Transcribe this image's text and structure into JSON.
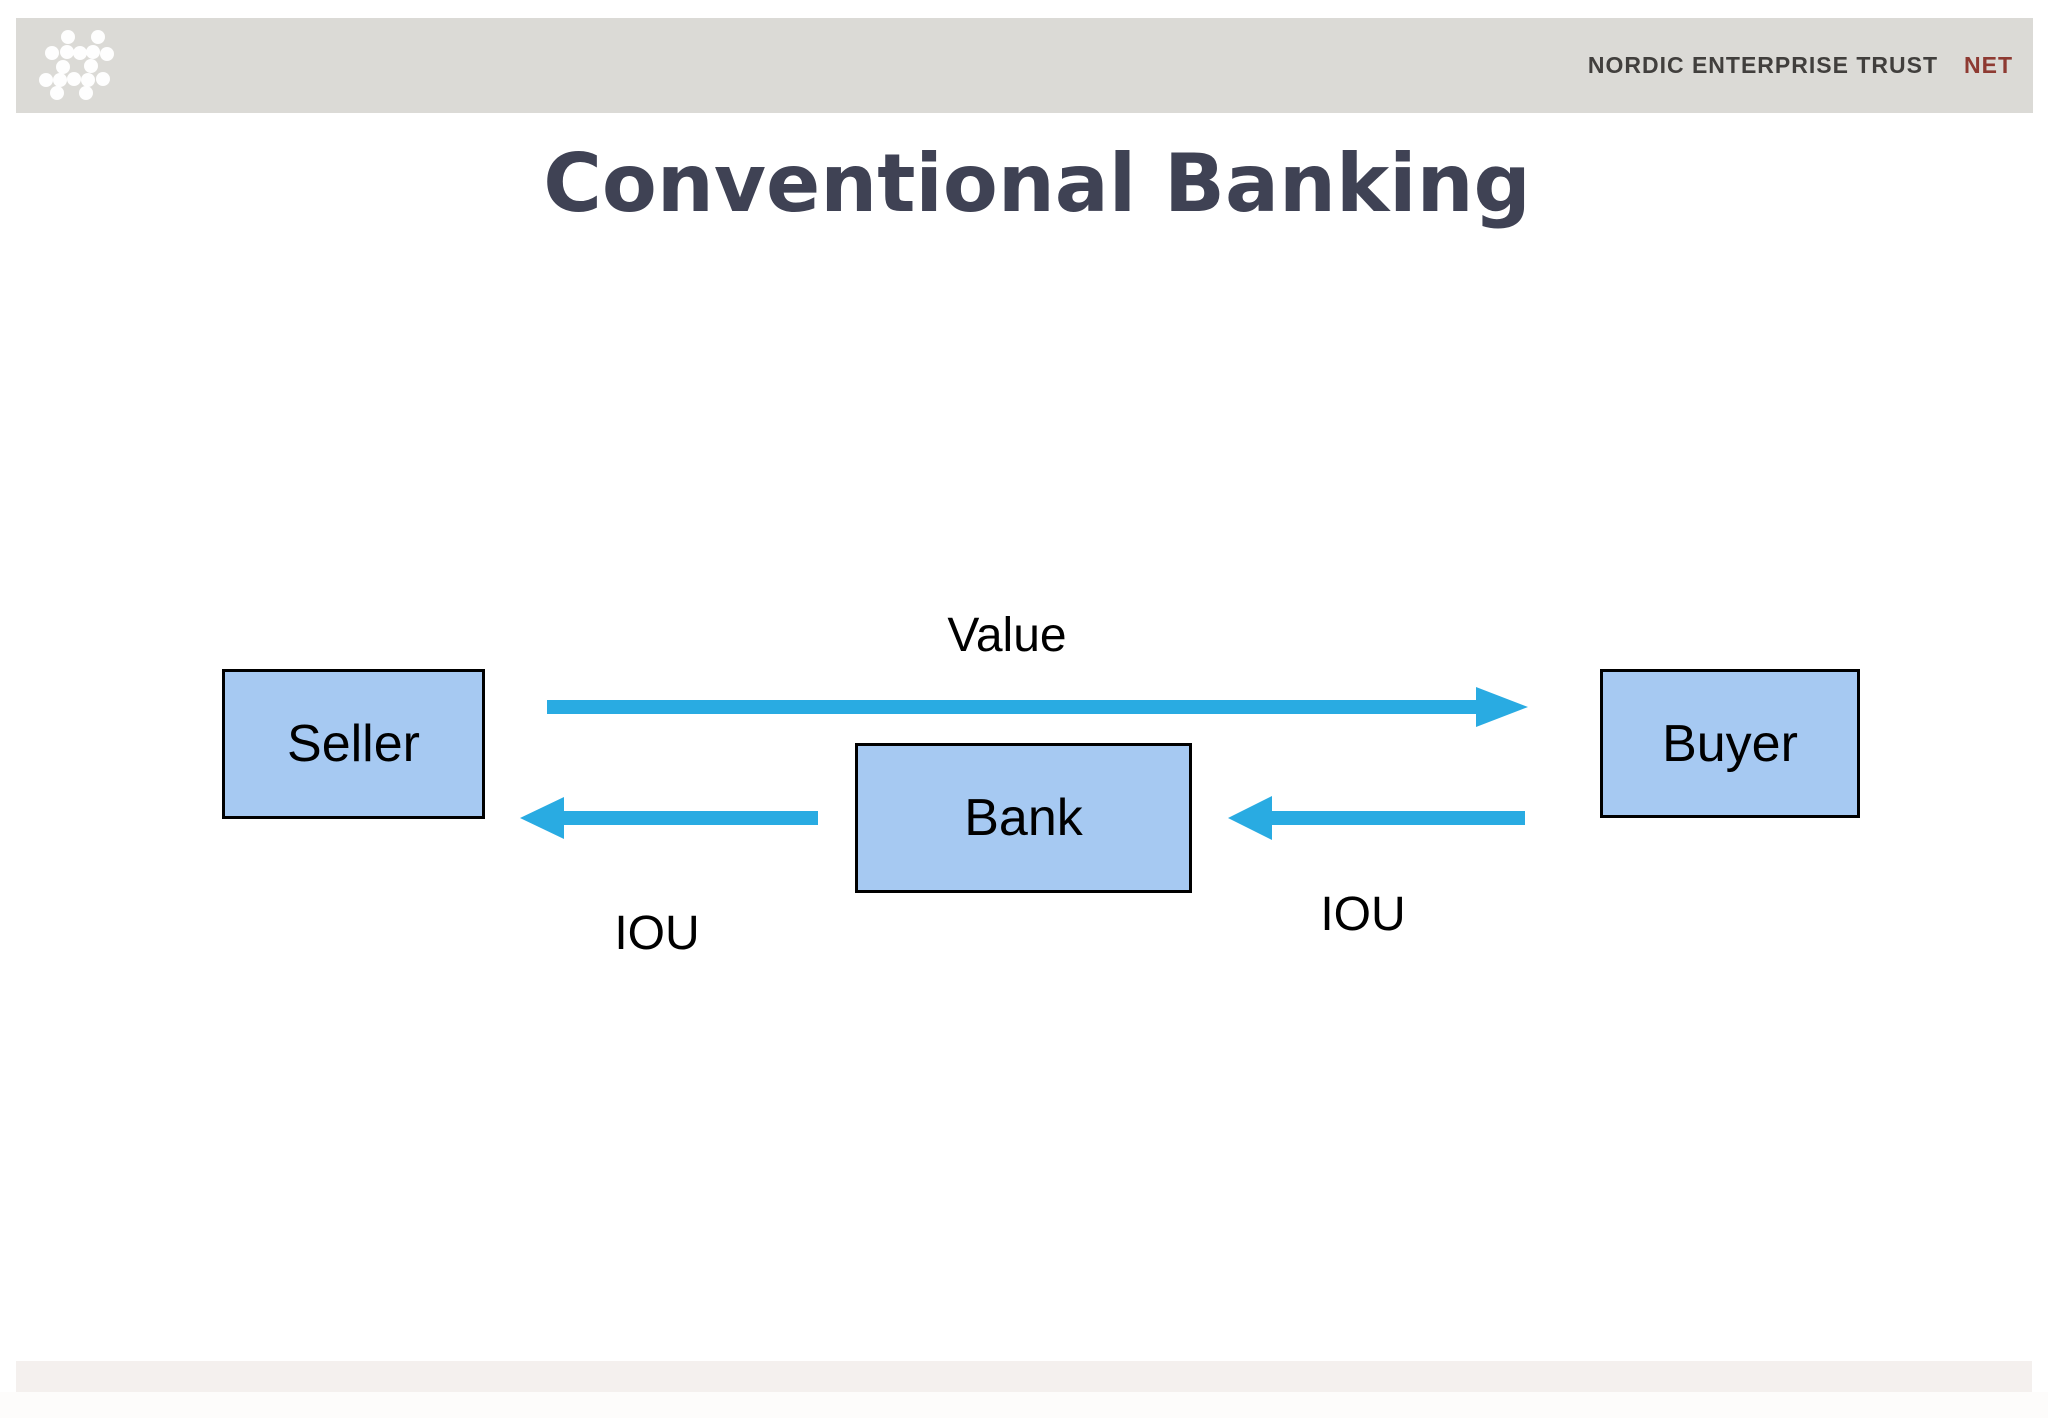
{
  "header": {
    "logo": "dot-hash-logo",
    "brand": "NORDIC ENTERPRISE TRUST",
    "brand_abbr": "NET"
  },
  "title": "Conventional Banking",
  "diagram": {
    "nodes": [
      {
        "id": "seller",
        "label": "Seller"
      },
      {
        "id": "bank",
        "label": "Bank"
      },
      {
        "id": "buyer",
        "label": "Buyer"
      }
    ],
    "edges": [
      {
        "id": "value",
        "label": "Value",
        "from": "Seller",
        "to": "Buyer",
        "direction": "right"
      },
      {
        "id": "iou_left",
        "label": "IOU",
        "from": "Bank",
        "to": "Seller",
        "direction": "left"
      },
      {
        "id": "iou_right",
        "label": "IOU",
        "from": "Buyer",
        "to": "Bank",
        "direction": "left"
      }
    ]
  },
  "colors": {
    "arrow": "#29ABE2",
    "node_fill": "#A6C9F2",
    "node_border": "#000000",
    "title": "#3F4254",
    "brand_text": "#413F3D",
    "brand_accent": "#8E3A32",
    "header_bar": "#DBDAD6",
    "footer_bar": "#F4F0EE"
  }
}
